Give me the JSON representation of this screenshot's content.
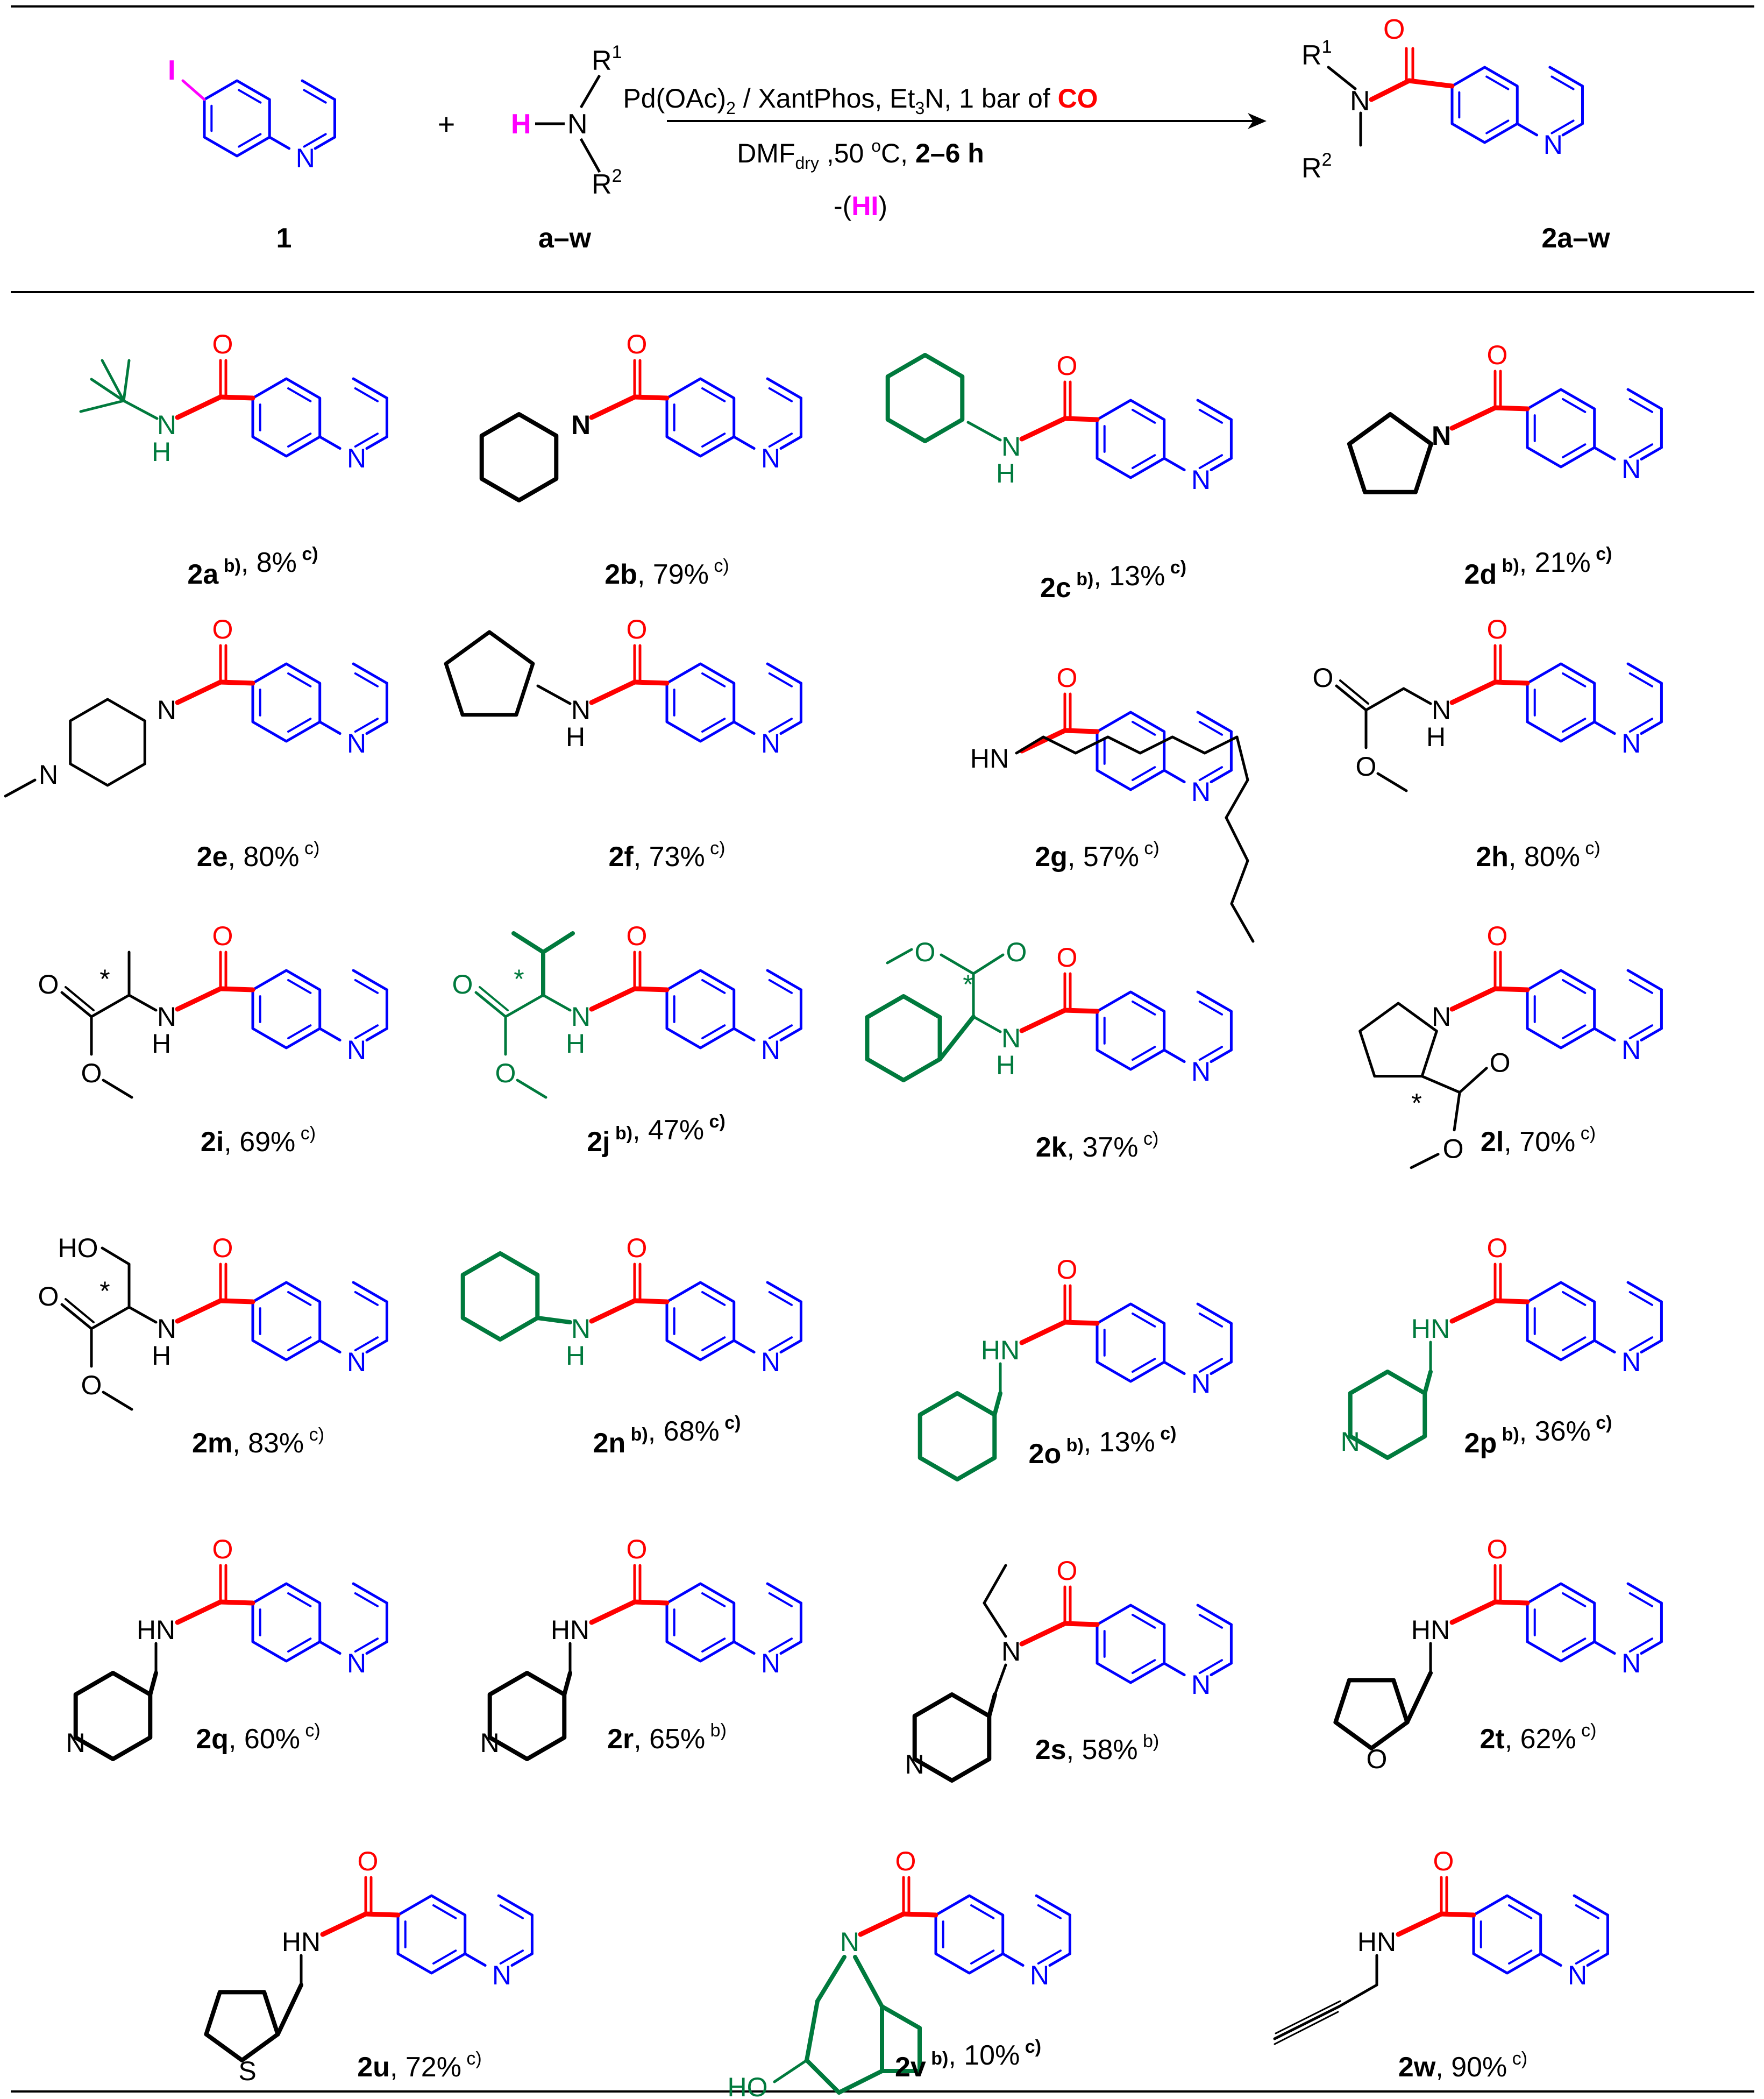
{
  "colors": {
    "quinoline": "#0000ff",
    "amide": "#ff0000",
    "amine_green": "#007a3d",
    "amine_black": "#000000",
    "iodine": "#ff00ff",
    "hydrogen": "#ff00ff"
  },
  "reaction": {
    "reactant1": {
      "label": "1",
      "substituent": "I",
      "heteroatom": "N"
    },
    "plus": "+",
    "reactant2": {
      "label": "a–w",
      "h": "H",
      "n": "N",
      "r1": "R",
      "r1_sup": "1",
      "r2": "R",
      "r2_sup": "2"
    },
    "conditions_line1": "Pd(OAc)",
    "conditions_line1_sub": "2",
    "conditions_line1_rest": " / XantPhos, Et",
    "conditions_line1_sub2": "3",
    "conditions_line1_rest2": "N, 1 bar of ",
    "conditions_line1_co": "CO",
    "conditions_line2_a": "DMF",
    "conditions_line2_sub": "dry",
    "conditions_line2_b": " ,50 ",
    "conditions_line2_deg": "o",
    "conditions_line2_c": "C, ",
    "conditions_line2_time": "2–6 h",
    "conditions_line3_open": "-(",
    "conditions_line3_hi": "HI",
    "conditions_line3_close": ")",
    "product": {
      "label": "2a–w",
      "r1": "R",
      "r1_sup": "1",
      "r2": "R",
      "r2_sup": "2",
      "o": "O",
      "n": "N",
      "ring_n": "N"
    }
  },
  "compounds": [
    {
      "id": "2a",
      "b": true,
      "yield": "8%",
      "c": true,
      "note_b": "b)",
      "note_c": "c)",
      "nh": "N",
      "nh2": "H",
      "o": "O",
      "ring_n": "N"
    },
    {
      "id": "2b",
      "b": false,
      "yield": "79%",
      "c": true,
      "note_b": "",
      "note_c": "c)",
      "nh": "N",
      "o": "O",
      "ring_n": "N"
    },
    {
      "id": "2c",
      "b": true,
      "yield": "13%",
      "c": true,
      "note_b": "b)",
      "note_c": "c)",
      "nh": "N",
      "nh2": "H",
      "o": "O",
      "ring_n": "N"
    },
    {
      "id": "2d",
      "b": true,
      "yield": "21%",
      "c": true,
      "note_b": "b)",
      "note_c": "c)",
      "nh": "N",
      "o": "O",
      "ring_n": "N"
    },
    {
      "id": "2e",
      "b": false,
      "yield": "80%",
      "c": true,
      "note_b": "",
      "note_c": "c)",
      "nh": "N",
      "nh2": "N",
      "o": "O",
      "ring_n": "N"
    },
    {
      "id": "2f",
      "b": false,
      "yield": "73%",
      "c": true,
      "note_b": "",
      "note_c": "c)",
      "nh": "N",
      "nh2": "H",
      "o": "O",
      "ring_n": "N"
    },
    {
      "id": "2g",
      "b": false,
      "yield": "57%",
      "c": true,
      "note_b": "",
      "note_c": "c)",
      "nh": "HN",
      "o": "O",
      "ring_n": "N"
    },
    {
      "id": "2h",
      "b": false,
      "yield": "80%",
      "c": true,
      "note_b": "",
      "note_c": "c)",
      "nh": "N",
      "nh2": "H",
      "o": "O",
      "o2": "O",
      "o3": "O",
      "ring_n": "N"
    },
    {
      "id": "2i",
      "b": false,
      "yield": "69%",
      "c": true,
      "note_b": "",
      "note_c": "c)",
      "nh": "N",
      "nh2": "H",
      "o": "O",
      "o2": "O",
      "o3": "O",
      "star": "*",
      "ring_n": "N"
    },
    {
      "id": "2j",
      "b": true,
      "yield": "47%",
      "c": true,
      "note_b": "b)",
      "note_c": "c)",
      "nh": "N",
      "nh2": "H",
      "o": "O",
      "o2": "O",
      "o3": "O",
      "star": "*",
      "ring_n": "N"
    },
    {
      "id": "2k",
      "b": false,
      "yield": "37%",
      "c": true,
      "note_b": "",
      "note_c": "c)",
      "nh": "N",
      "nh2": "H",
      "o": "O",
      "o2": "O",
      "o3": "O",
      "star": "*",
      "ring_n": "N"
    },
    {
      "id": "2l",
      "b": false,
      "yield": "70%",
      "c": true,
      "note_b": "",
      "note_c": "c)",
      "nh": "N",
      "o": "O",
      "o2": "O",
      "o3": "O",
      "star": "*",
      "ring_n": "N"
    },
    {
      "id": "2m",
      "b": false,
      "yield": "83%",
      "c": true,
      "note_b": "",
      "note_c": "c)",
      "nh": "N",
      "nh2": "H",
      "o": "O",
      "o2": "O",
      "o3": "O",
      "oh": "HO",
      "star": "*",
      "ring_n": "N"
    },
    {
      "id": "2n",
      "b": true,
      "yield": "68%",
      "c": true,
      "note_b": "b)",
      "note_c": "c)",
      "nh": "N",
      "nh2": "H",
      "o": "O",
      "ring_n": "N"
    },
    {
      "id": "2o",
      "b": true,
      "yield": "13%",
      "c": true,
      "note_b": "b)",
      "note_c": "c)",
      "nh": "HN",
      "o": "O",
      "ring_n": "N"
    },
    {
      "id": "2p",
      "b": true,
      "yield": "36%",
      "c": true,
      "note_b": "b)",
      "note_c": "c)",
      "nh": "HN",
      "o": "O",
      "n2": "N",
      "ring_n": "N"
    },
    {
      "id": "2q",
      "b": false,
      "yield": "60%",
      "c": true,
      "note_b": "",
      "note_c": "c)",
      "nh": "HN",
      "o": "O",
      "n2": "N",
      "ring_n": "N"
    },
    {
      "id": "2r",
      "b": false,
      "yield": "65%",
      "c": false,
      "note_b": "b)",
      "note_c": "",
      "nh": "HN",
      "o": "O",
      "n2": "N",
      "ring_n": "N"
    },
    {
      "id": "2s",
      "b": false,
      "yield": "58%",
      "c": false,
      "note_b": "b)",
      "note_c": "",
      "nh": "N",
      "o": "O",
      "n2": "N",
      "ring_n": "N"
    },
    {
      "id": "2t",
      "b": false,
      "yield": "62%",
      "c": true,
      "note_b": "",
      "note_c": "c)",
      "nh": "HN",
      "o": "O",
      "o2": "O",
      "ring_n": "N"
    },
    {
      "id": "2u",
      "b": false,
      "yield": "72%",
      "c": true,
      "note_b": "",
      "note_c": "c)",
      "nh": "HN",
      "o": "O",
      "s": "S",
      "ring_n": "N"
    },
    {
      "id": "2v",
      "b": true,
      "yield": "10%",
      "c": true,
      "note_b": "b)",
      "note_c": "c)",
      "nh": "N",
      "o": "O",
      "oh": "HO",
      "ring_n": "N"
    },
    {
      "id": "2w",
      "b": false,
      "yield": "90%",
      "c": true,
      "note_b": "",
      "note_c": "c)",
      "nh": "HN",
      "o": "O",
      "ring_n": "N"
    }
  ]
}
